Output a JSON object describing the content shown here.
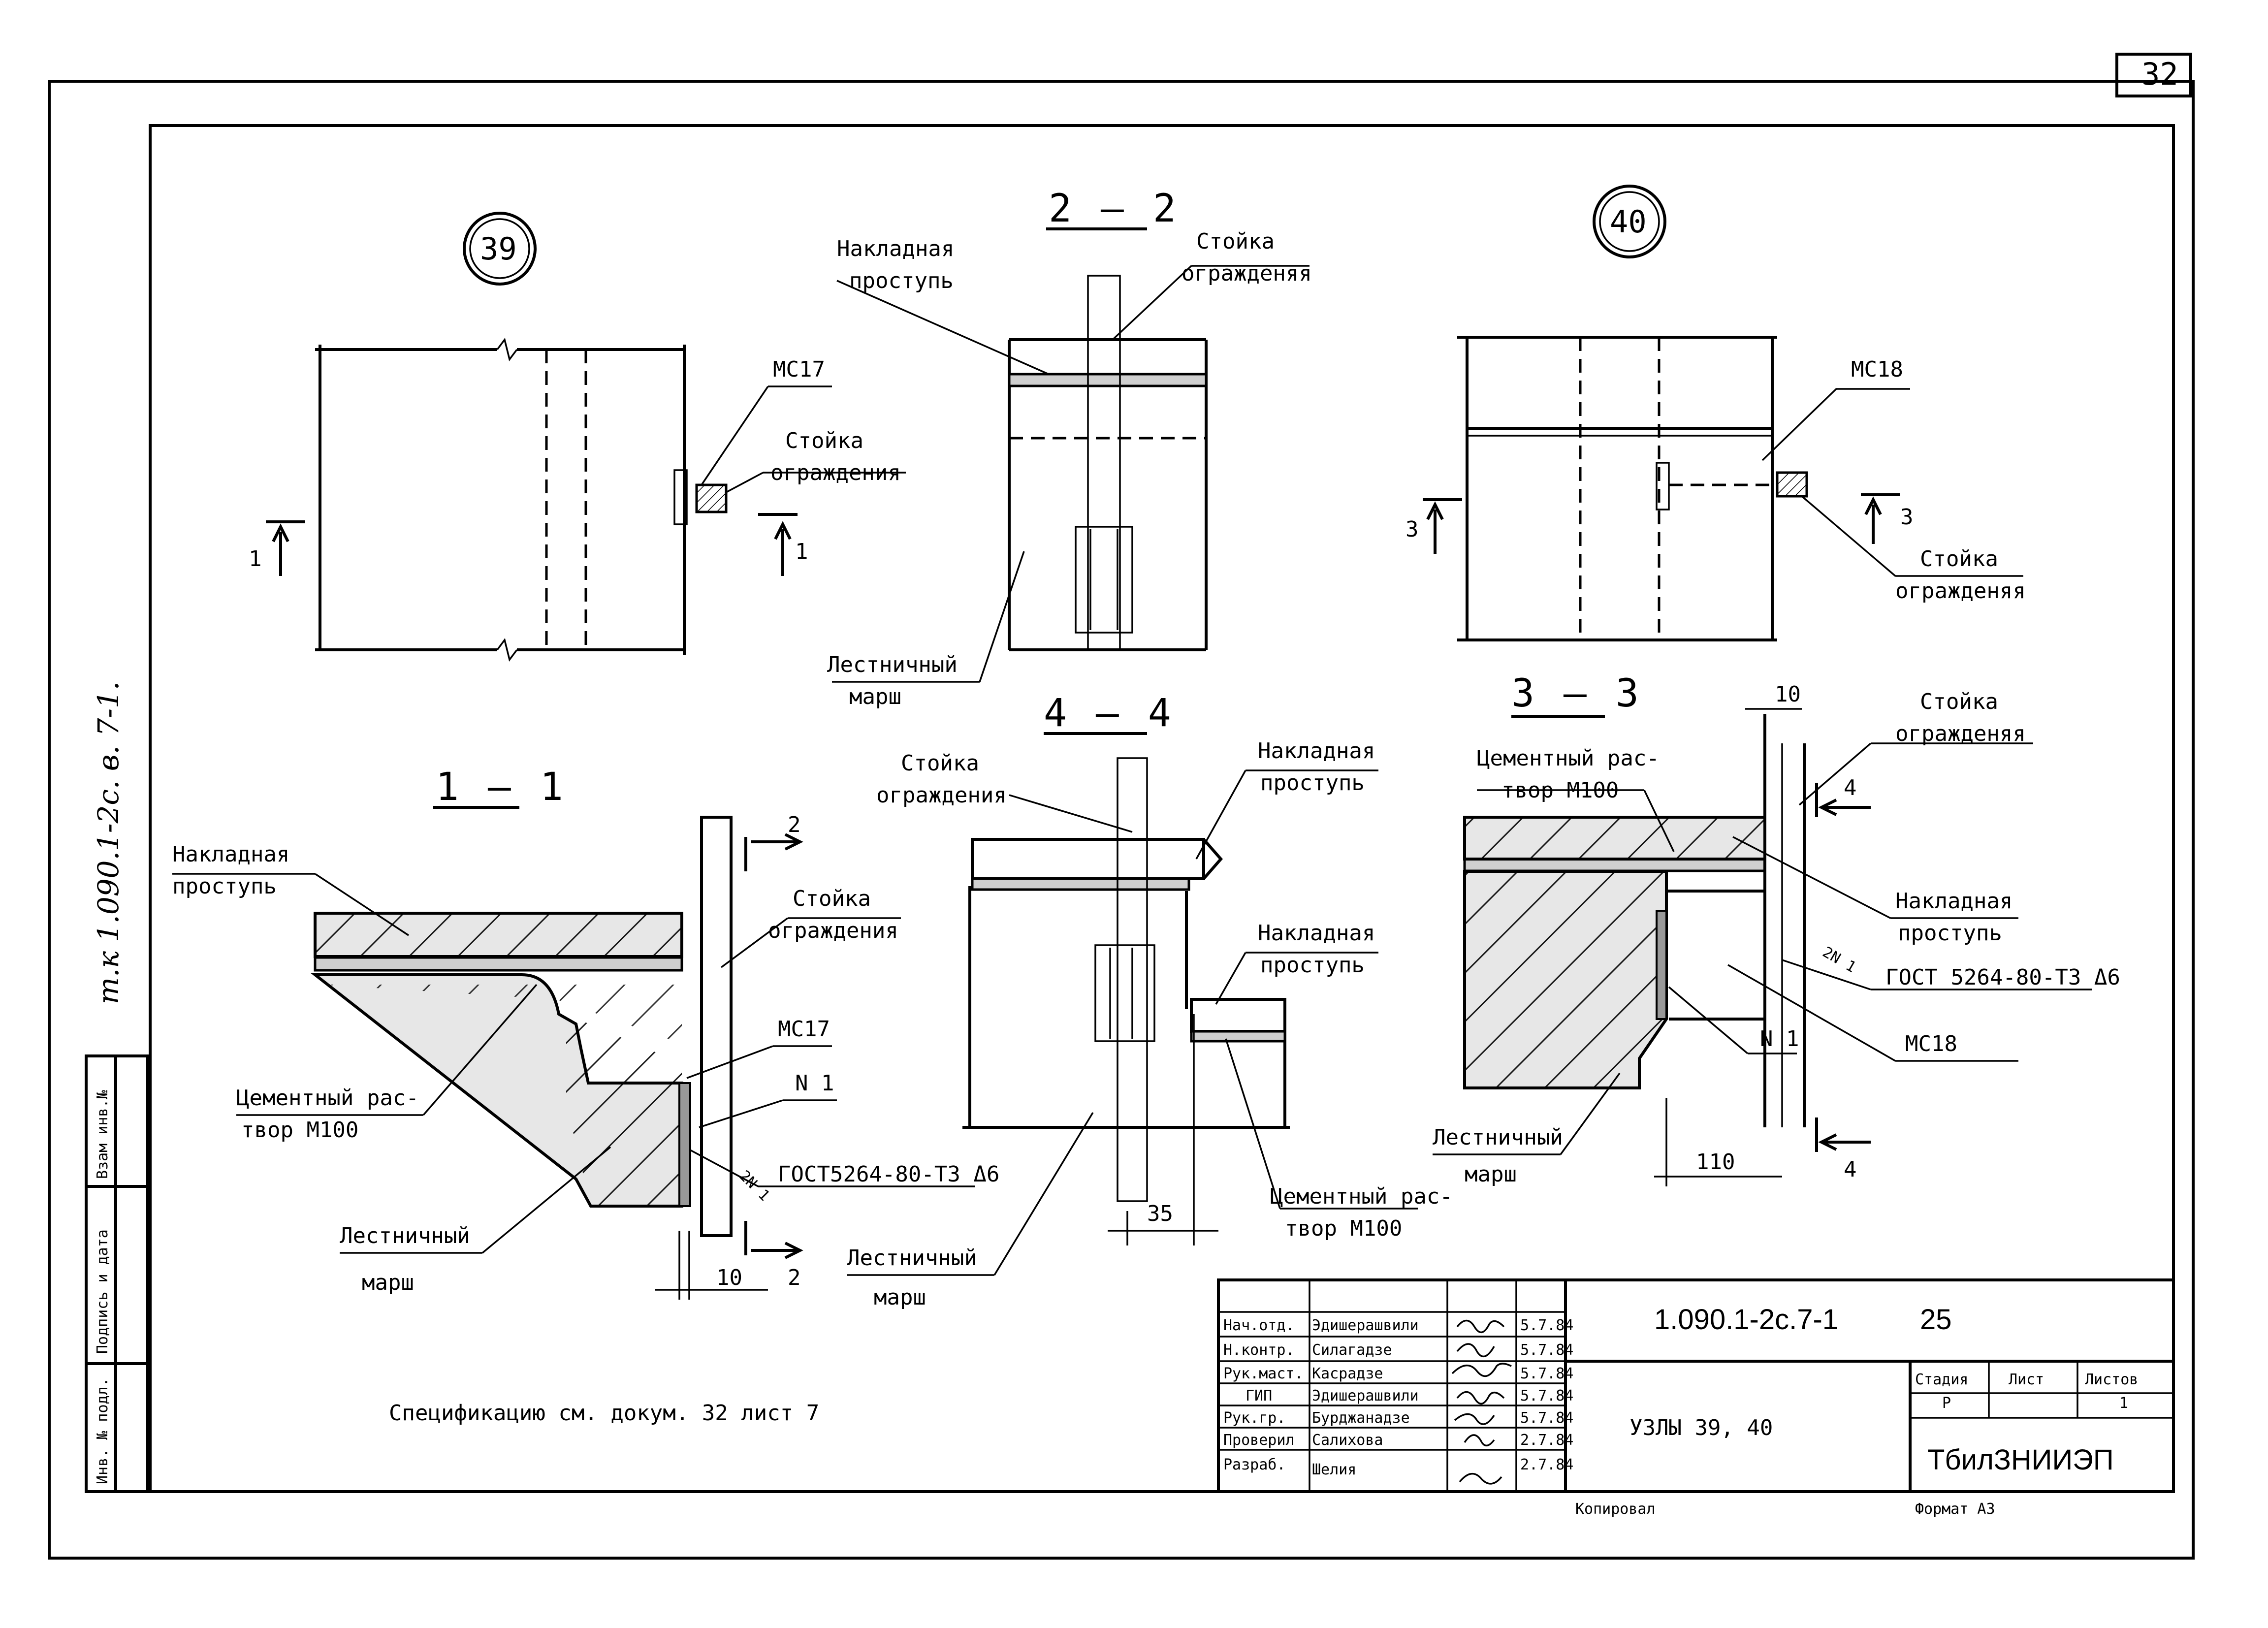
{
  "sheet_number": "32",
  "side_note": "т.к 1.090.1-2с. в. 7-1.",
  "detail_markers": [
    "39",
    "40"
  ],
  "section_titles": {
    "s22": "2 — 2",
    "s44": "4 — 4",
    "s33": "3 — 3",
    "s11": "1 — 1"
  },
  "labels": {
    "mc17": "МС17",
    "mc18": "МС18",
    "post_a": "Стойка",
    "post_b": "ограждения",
    "post_b_alt": "огражденяя",
    "post_c": "огражденяя",
    "tread_a": "Накладная",
    "tread_b": "проступь",
    "flight_a": "Лестничный",
    "flight_b": "марш",
    "mortar_a": "Цементный рас-",
    "mortar_b": "твор М100",
    "mortar_44_a": "Цементный рас-",
    "mortar_44_b": "твор М100",
    "n1": "N 1",
    "two_n1": "2N 1",
    "gost_11": "ГОСТ5264-80-Т3 Δ6",
    "gost_33": "ГОСТ 5264-80-Т3 Δ6"
  },
  "marks": {
    "one": "1",
    "two": "2",
    "three": "3",
    "four": "4"
  },
  "dimensions": {
    "d10_11": "10",
    "d35": "35",
    "d10_33": "10",
    "d110": "110"
  },
  "spec_note": "Спецификацию см. докум. 32 лист 7",
  "side_stamp": {
    "inv": "Инв. № подл.",
    "sign": "Подпись и дата",
    "vzam": "Взам инв.№"
  },
  "title_block": {
    "rows": [
      {
        "role": "Нач.отд.",
        "name": "Эдишерашвили",
        "date": "5.7.84"
      },
      {
        "role": "Н.контр.",
        "name": "Силагадзе",
        "date": "5.7.84"
      },
      {
        "role": "Рук.маст.",
        "name": "Касрадзе",
        "date": "5.7.84"
      },
      {
        "role": "ГИП",
        "name": "Эдишерашвили",
        "date": "5.7.84"
      },
      {
        "role": "Рук.гр.",
        "name": "Бурджанадзе",
        "date": "5.7.84"
      },
      {
        "role": "Проверил",
        "name": "Салихова",
        "date": "2.7.84"
      },
      {
        "role": "Разраб.",
        "name": "Шелия",
        "date": "2.7.84"
      }
    ],
    "code": "1.090.1-2с.7-1",
    "sheet_no": "25",
    "title": "УЗЛЫ 39, 40",
    "stage_label": "Стадия",
    "stage_value": "Р",
    "list_label": "Лист",
    "sheets_label": "Листов",
    "sheets_value": "1",
    "org": "ТбилЗНИИЭП",
    "copied": "Копировал",
    "format": "Формат А3"
  }
}
